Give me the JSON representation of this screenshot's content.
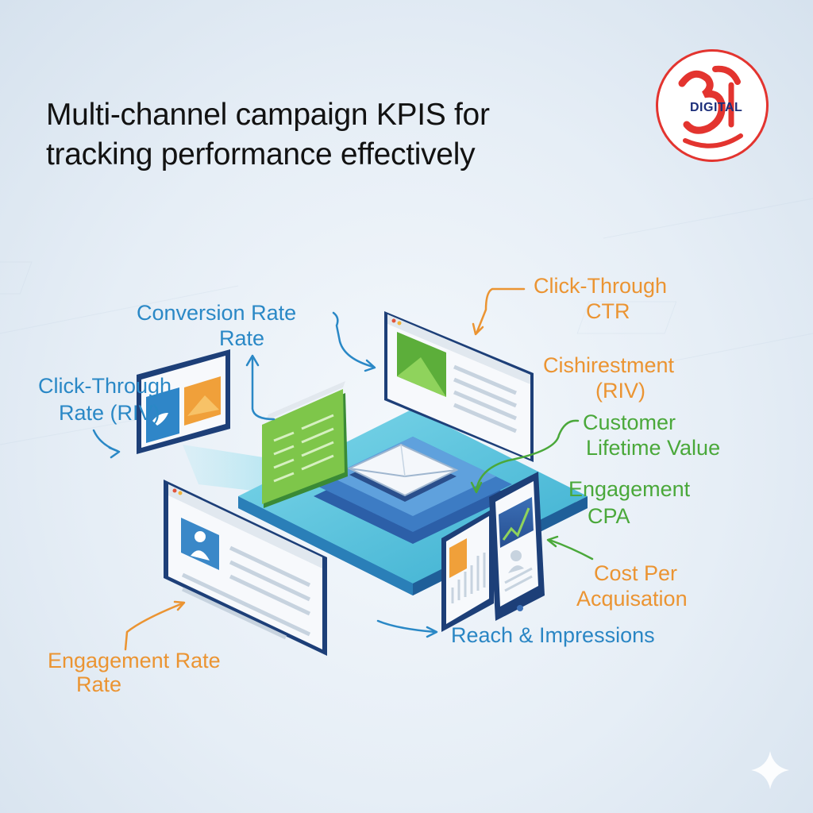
{
  "title": {
    "line1": "Multi-channel campaign KPIS for",
    "line2": "tracking performance effectively"
  },
  "logo": {
    "text": "DIGITAL"
  },
  "labels": {
    "conversion_line1": "Conversion Rate",
    "conversion_line2": "Rate",
    "ctr_left_line1": "Click-Through",
    "ctr_left_line2": "Rate  (RIV)",
    "ctr_right_line1": "Click-Through",
    "ctr_right_line2": "CTR",
    "investment_line1": "Cishirestment",
    "investment_line2": "(RIV)",
    "clv_line1": "Customer",
    "clv_line2": "Lifetime Value",
    "engagement_line1": "Engagement",
    "engagement_line2": "CPA",
    "cpa_line1": "Cost Per",
    "cpa_line2": "Acquisation",
    "reach": "Reach & Impressions",
    "engagement_rate_line1": "Engagement Rate",
    "engagement_rate_line2": "Rate"
  },
  "colors": {
    "blue_text": "#2a88c6",
    "orange_text": "#eb9432",
    "green_text": "#4aa83a",
    "logo_red": "#e3342f",
    "platform_teal": "#4fc3d9"
  },
  "icons": [
    "twitter-icon",
    "envelope-icon",
    "person-icon",
    "chart-icon",
    "image-icon",
    "sparkle-icon"
  ]
}
